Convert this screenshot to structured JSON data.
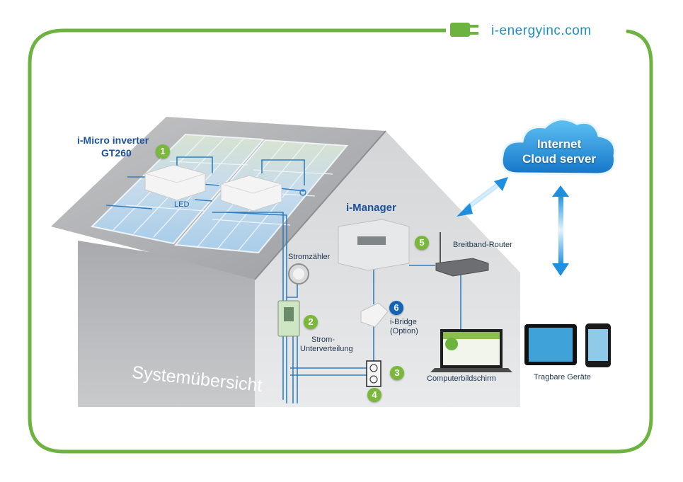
{
  "brand": {
    "text": "i-energyinc.com"
  },
  "title": "Systemübersicht",
  "cloud": {
    "line1": "Internet",
    "line2": "Cloud server"
  },
  "components": {
    "inverter": {
      "badge": "1",
      "line1": "i-Micro inverter",
      "line2": "GT260"
    },
    "led": "LED",
    "meter": "Stromzähler",
    "distribution": {
      "badge": "2",
      "line1": "Strom-",
      "line2": "Unterverteilung"
    },
    "outlet": {
      "badge": "3"
    },
    "plug": {
      "badge": "4"
    },
    "manager": {
      "label": "i-Manager"
    },
    "router": {
      "badge": "5",
      "label": "Breitband-Router"
    },
    "bridge": {
      "badge": "6",
      "line1": "i-Bridge",
      "line2": "(Option)"
    },
    "computer": "Computerbildschirm",
    "devices": "Tragbare Geräte"
  },
  "colors": {
    "frame_green": "#6db33f",
    "badge_green": "#7ab83a",
    "badge_blue": "#1565b5",
    "wire_blue": "#2f7fc1",
    "brand_blue": "#1c8fc6"
  }
}
